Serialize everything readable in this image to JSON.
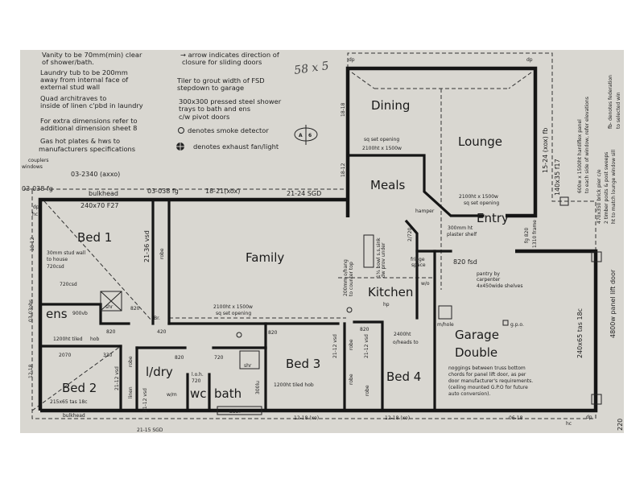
{
  "colors": {
    "paper": "#d9d7d1",
    "ink": "#151515",
    "background": "#ffffff"
  },
  "handwritten": "58 x 5",
  "notes": {
    "left": [
      "Vanity to be 70mm(min) clear",
      "of shower/bath.",
      "Laundry tub to be 200mm",
      "away from internal face of",
      "external stud wall",
      "Quad architraves to",
      "inside of linen c'pbd in laundry",
      "For extra dimensions refer to",
      "additional dimension sheet 8",
      "Gas hot plates & hws to",
      "manufacturers specifications"
    ],
    "middle": [
      "→ arrow indicates direction of",
      "closure for sliding doors",
      "Tiler to grout width of FSD",
      "stepdown to garage",
      "300x300 pressed steel shower",
      "trays to bath and ens",
      "c/w pivot doors",
      "denotes smoke detector",
      "denotes exhaust fan/light"
    ],
    "right": [
      "fb- denotes federation",
      "to selected win",
      "600w x 1500ht hardiflex panel",
      "to each side of window, refer elevations",
      "470x350 brick pier c/e",
      "2 timber posts & post sweeps",
      "ht to match lounge window sill",
      "4800w panel lift door",
      "220"
    ]
  },
  "section_marker": {
    "letter": "A",
    "number": "6"
  },
  "rooms": {
    "dining": "Dining",
    "lounge": "Lounge",
    "meals": "Meals",
    "entry": "Entry",
    "bed1": "Bed 1",
    "family": "Family",
    "kitchen": "Kitchen",
    "ens": "ens",
    "bed2": "Bed 2",
    "bed3": "Bed 3",
    "bed4": "Bed 4",
    "ldry": "l/dry",
    "wc": "wc",
    "bath": "bath",
    "garage": "Garage",
    "garage2": "Double"
  },
  "annotations": {
    "couplers": "couplers",
    "windows": "windows",
    "w1": "03-2340 (axxo)",
    "fg1": "03-038 fg",
    "fg2": "03-038 fg",
    "bulkhead1": "bulkhead",
    "beam": "240x70 F27",
    "w2": "18-21(xox)",
    "sgd1": "21-24 SGD",
    "dp1": "dp",
    "dp2": "dp",
    "w_dining1": "18-18",
    "w_dining2": "18-12",
    "sq1a": "sq set opening",
    "sq1b": "2100ht x 1500w",
    "sq2a": "2100ht x 1500w",
    "sq2b": "sq set opening",
    "w_lounge": "15-24 (xox) fb",
    "post": "140x35 f17",
    "hamper": "hamper",
    "shelf1": "300mm ht",
    "shelf2": "plaster shelf",
    "fg820": "fg 820",
    "frame1310": "1310 frame",
    "d2720": "2/720",
    "fridge1": "fridge",
    "fridge2": "space",
    "fsd": "820 fsd",
    "pantry1": "pantry by",
    "pantry2": "carpenter",
    "pantry3": "4x450wide shelves",
    "wo": "w/o",
    "hp": "hp",
    "hang1": "200mm o/hang",
    "hang2": "to counter top",
    "sink1": "1¾ bowl s.s.sink",
    "sink2": "dw prov under",
    "robe1": "robe",
    "vsd1": "21-36 vsd",
    "stud1": "30mm stud wall",
    "stud2": "to house",
    "stud3": "720csd",
    "csd2": "720csd",
    "shr1": "shr",
    "vb": "900vb",
    "d820a": "820",
    "br": "Br.",
    "d420": "420",
    "sq3a": "2100ht x 1500w",
    "sq3b": "sq set opening",
    "d820b": "820",
    "d820c": "820",
    "w_bed1": "18-12",
    "w_ens": "03-03obs",
    "hob1a": "1200ht tiled",
    "hob1b": "hob",
    "dim2070": "2070",
    "dim330": "330",
    "w_bed2": "12-18",
    "vsd2": "21-12 vsd",
    "robe2": "robe",
    "linen": "linen",
    "bed2beam": "215x65 tas 18c",
    "bulkhead2": "bulkhead",
    "vsd3": "21-12 vsd",
    "d820d": "820",
    "wm": "w/m",
    "loh1": "l.o.h.",
    "loh2": "720",
    "d720": "720",
    "shr2": "shr",
    "b300": "300lu",
    "hob2": "1200ht tiled hob",
    "bathtub": "bath",
    "sgd2": "21-15 SGD",
    "w_bed3": "12-18 (xo)",
    "vsd4": "21-12 vsd",
    "robe3": "robe",
    "robe4": "robe",
    "robe5": "robe",
    "vsd5": "21-12 vsd",
    "d820e": "820",
    "heads1": "2400ht",
    "heads2": "o/heads to",
    "mhole": "m/hole",
    "gpo": "g.p.o.",
    "nog1": "noggings between truss bottom",
    "nog2": "chords for panel lift door, as per",
    "nog3": "door manufacturer's requirements.",
    "nog4": "(ceiling mounted G.P.O for future",
    "nog5": "auto conversion).",
    "w_bed4": "12-18 (xo)",
    "w_gar": "06-18",
    "garbeam": "240x65 tas 18c",
    "hc1": "hc",
    "hc2": "hc",
    "dp3": "dp",
    "dp4": "dp"
  }
}
